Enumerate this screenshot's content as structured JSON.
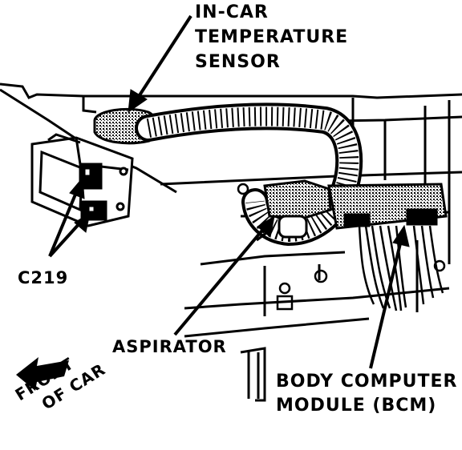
{
  "labels": {
    "in_car_sensor": [
      "IN-CAR",
      "TEMPERATURE",
      "SENSOR"
    ],
    "c219": "C219",
    "aspirator": "ASPIRATOR",
    "bcm": [
      "BODY COMPUTER",
      "MODULE (BCM)"
    ],
    "front_of_car": [
      "FRONT",
      "OF CAR"
    ]
  },
  "colors": {
    "ink": "#000000",
    "paper": "#ffffff"
  }
}
